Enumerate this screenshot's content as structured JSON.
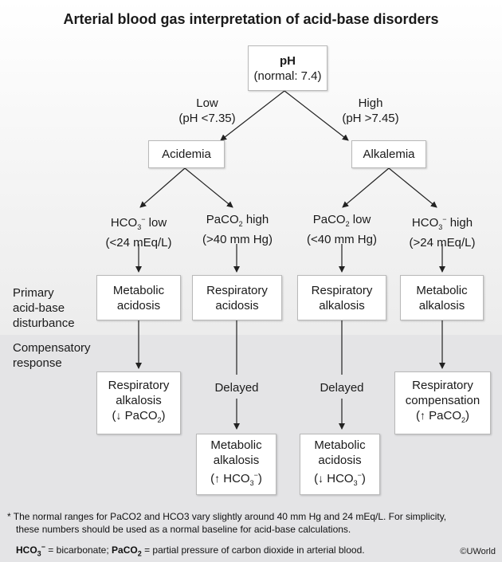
{
  "title": "Arterial blood gas interpretation of acid-base disorders",
  "ph": {
    "head": "pH",
    "normal": "(normal: 7.4)"
  },
  "low": {
    "label": "Low",
    "range": "(pH <7.35)"
  },
  "high": {
    "label": "High",
    "range": "(pH >7.45)"
  },
  "acidemia": "Acidemia",
  "alkalemia": "Alkalemia",
  "c1": {
    "label": "low",
    "range": "(<24 mEq/L)"
  },
  "c2": {
    "label": "high",
    "range": "(>40 mm Hg)"
  },
  "c3": {
    "label": "low",
    "range": "(<40 mm Hg)"
  },
  "c4": {
    "label": "high",
    "range": "(>24 mEq/L)"
  },
  "primary": {
    "l1": "Metabolic",
    "l2": "acidosis"
  },
  "primary2": {
    "l1": "Respiratory",
    "l2": "acidosis"
  },
  "primary3": {
    "l1": "Respiratory",
    "l2": "alkalosis"
  },
  "primary4": {
    "l1": "Metabolic",
    "l2": "alkalosis"
  },
  "side_primary": [
    "Primary",
    "acid-base",
    "disturbance"
  ],
  "side_comp": [
    "Compensatory",
    "response"
  ],
  "comp1": {
    "l1": "Respiratory",
    "l2": "alkalosis",
    "l3": "PaCO"
  },
  "comp4": {
    "l1": "Respiratory",
    "l2": "compensation",
    "l3": "PaCO"
  },
  "delayed": "Delayed",
  "delayed2": "Delayed",
  "late2": {
    "l1": "Metabolic",
    "l2": "alkalosis",
    "l3": "HCO"
  },
  "late3": {
    "l1": "Metabolic",
    "l2": "acidosis",
    "l3": "HCO"
  },
  "footnote1": "The normal ranges for PaCO2 and HCO3 vary slightly around 40 mm Hg and 24 mEq/L. For simplicity,",
  "footnote2": "these numbers should be used as a normal baseline for acid-base calculations.",
  "abbrev_bicarb": "= bicarbonate;",
  "abbrev_paco2": "= partial pressure of carbon dioxide in arterial blood.",
  "copyright": "©UWorld"
}
